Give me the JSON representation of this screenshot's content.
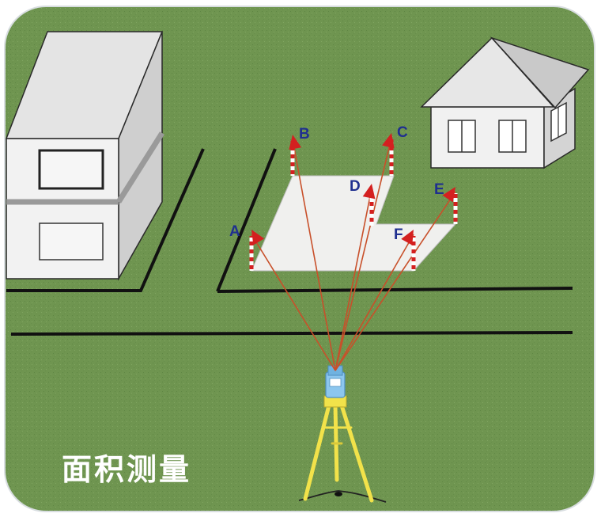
{
  "caption": "面积测量",
  "points": [
    {
      "id": "A",
      "label": "A"
    },
    {
      "id": "B",
      "label": "B"
    },
    {
      "id": "C",
      "label": "C"
    },
    {
      "id": "D",
      "label": "D"
    },
    {
      "id": "E",
      "label": "E"
    },
    {
      "id": "F",
      "label": "F"
    }
  ],
  "colors": {
    "grass": "#6f9550",
    "road": "#111111",
    "plot": "#f0f0ee",
    "ray": "#c8502a",
    "arrow": "#d42020",
    "label": "#1f2f8f",
    "tripod": "#f2e24a",
    "instrument": "#8cc6ee"
  }
}
